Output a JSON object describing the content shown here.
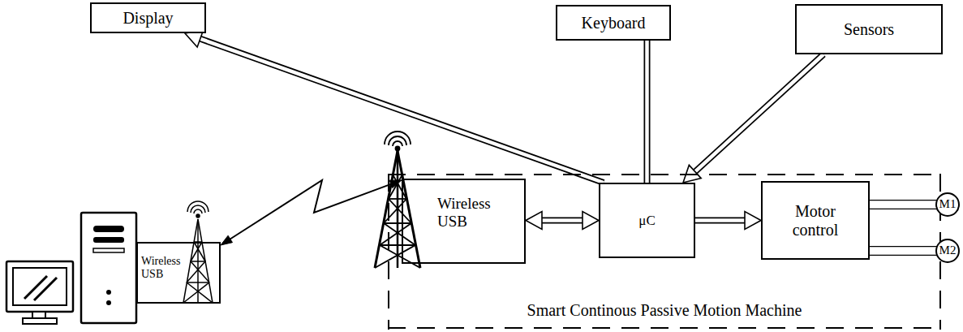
{
  "diagram": {
    "nodes": [
      {
        "text": [
          "Display"
        ]
      },
      {
        "text": [
          "Keyboard"
        ]
      },
      {
        "text": [
          "Sensors"
        ]
      },
      {
        "text": [
          "Wireless USB"
        ]
      },
      {
        "text": [
          "Smart Continous Passive Motion Machine"
        ]
      },
      {
        "text": [
          "Wireless USB"
        ],
        "in": 4
      },
      {
        "text": [
          "μC"
        ],
        "in": 4
      },
      {
        "text": [
          "Motor control"
        ],
        "in": 4
      },
      {
        "text": [
          "M1"
        ]
      },
      {
        "text": [
          "M2"
        ]
      }
    ],
    "edges": [
      {
        "from": 6,
        "to": 0,
        "arrow": "to"
      },
      {
        "from": 1,
        "to": 6,
        "arrow": "none"
      },
      {
        "from": 2,
        "to": 6,
        "arrow": "to"
      },
      {
        "from": 5,
        "to": 6,
        "arrow": "both"
      },
      {
        "from": 6,
        "to": 7,
        "arrow": "to"
      },
      {
        "from": 7,
        "to": 8,
        "arrow": "none"
      },
      {
        "from": 7,
        "to": 9,
        "arrow": "none"
      },
      {
        "from": 3,
        "to": 5,
        "arrow": "both"
      }
    ]
  }
}
